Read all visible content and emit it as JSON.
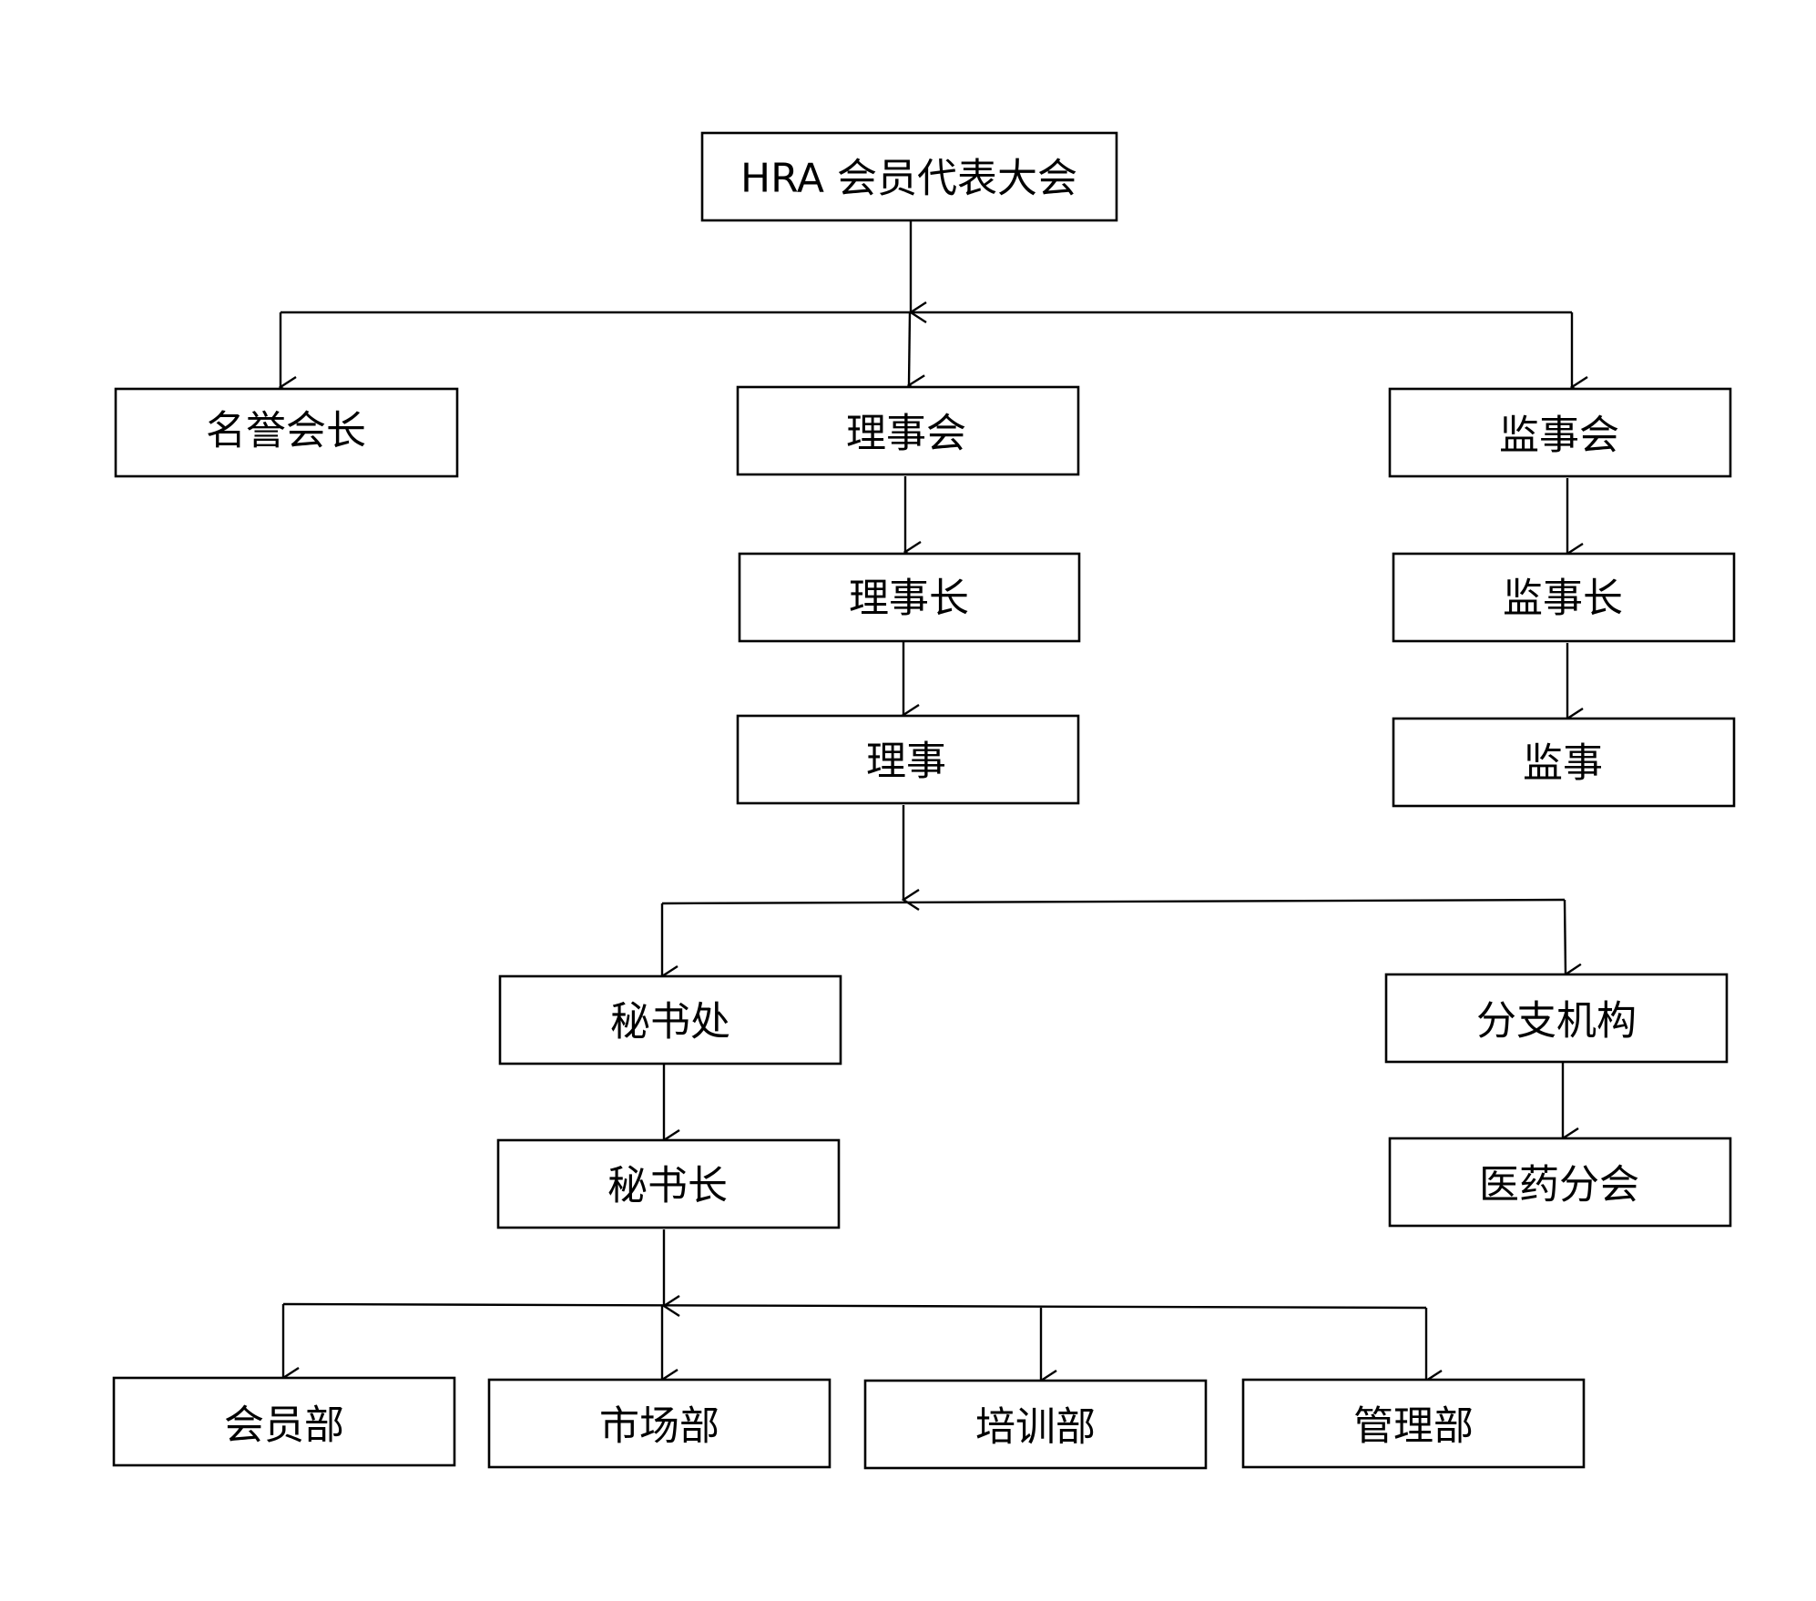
{
  "nodes": {
    "congress": {
      "label": "HRA 会员代表大会"
    },
    "honorary_president": {
      "label": "名誉会长"
    },
    "council": {
      "label": "理事会"
    },
    "supervisory_board": {
      "label": "监事会"
    },
    "chairman": {
      "label": "理事长"
    },
    "chief_supervisor": {
      "label": "监事长"
    },
    "director": {
      "label": "理事"
    },
    "supervisor": {
      "label": "监事"
    },
    "secretariat": {
      "label": "秘书处"
    },
    "branches": {
      "label": "分支机构"
    },
    "secretary_general": {
      "label": "秘书长"
    },
    "medical_branch": {
      "label": "医药分会"
    },
    "membership_dept": {
      "label": "会员部"
    },
    "marketing_dept": {
      "label": "市场部"
    },
    "training_dept": {
      "label": "培训部"
    },
    "management_dept": {
      "label": "管理部"
    }
  }
}
